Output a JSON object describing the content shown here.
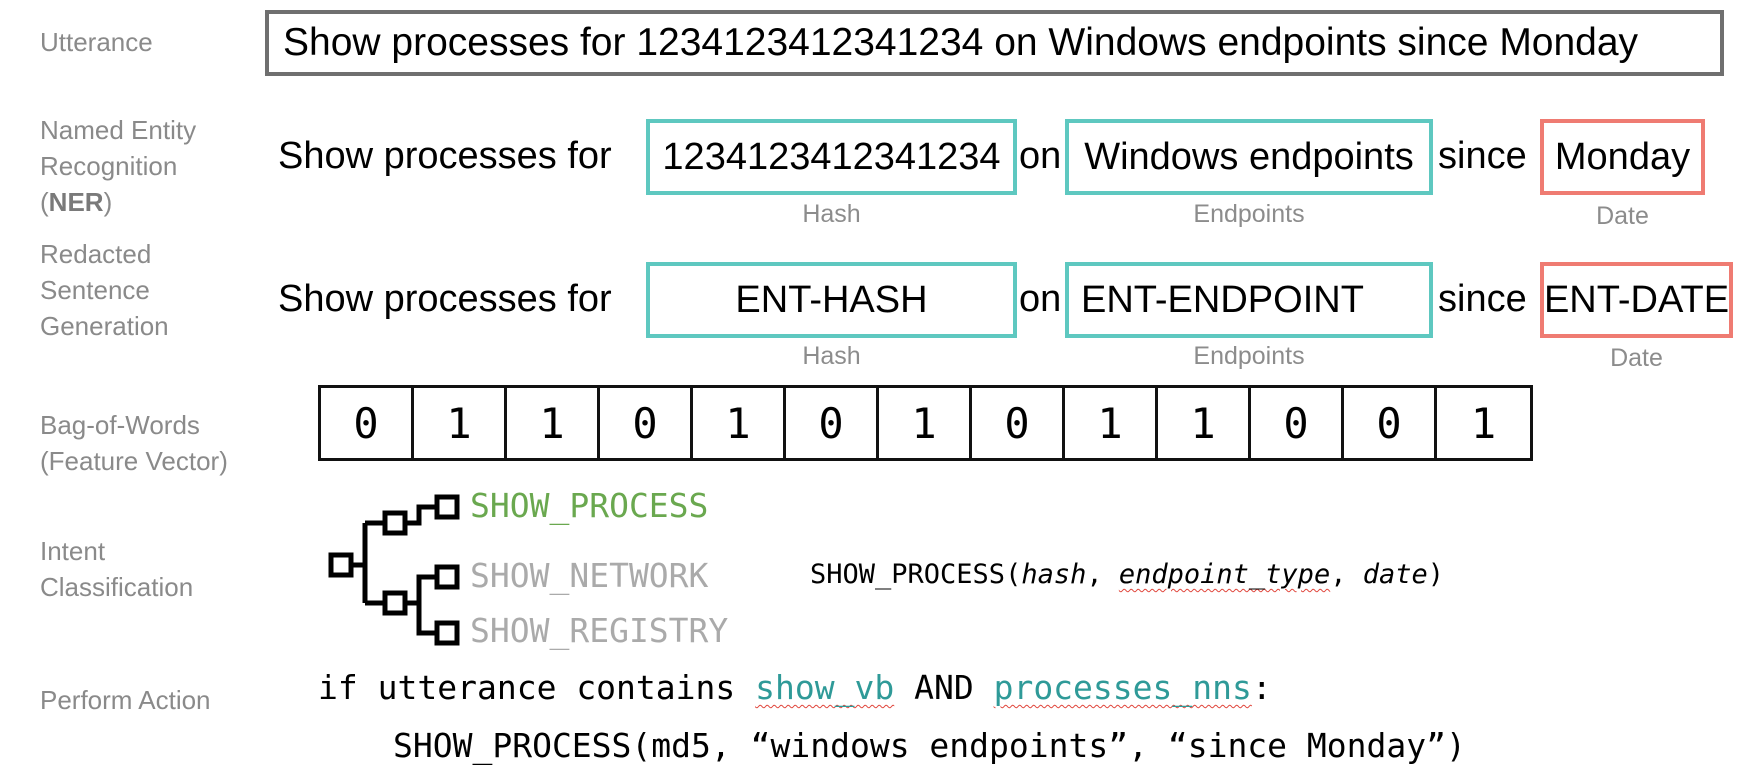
{
  "labels": {
    "utterance": "Utterance",
    "ner_line1": "Named Entity",
    "ner_line2": "Recognition",
    "ner_open": "(",
    "ner_bold": "NER",
    "ner_close": ")",
    "redacted_line1": "Redacted",
    "redacted_line2": "Sentence",
    "redacted_line3": "Generation",
    "bow_line1": "Bag-of-Words",
    "bow_line2": "(Feature Vector)",
    "intent_line1": "Intent",
    "intent_line2": "Classification",
    "action": "Perform Action"
  },
  "utterance": "Show processes for 1234123412341234 on Windows endpoints since Monday",
  "ner": {
    "prefix": "Show processes for",
    "hash": "1234123412341234",
    "on": "on",
    "endpoint": "Windows endpoints",
    "since": "since",
    "date": "Monday",
    "cap_hash": "Hash",
    "cap_endpoint": "Endpoints",
    "cap_date": "Date"
  },
  "redacted": {
    "prefix": "Show processes for",
    "hash": "ENT-HASH",
    "on": "on",
    "endpoint": "ENT-ENDPOINT",
    "since": "since",
    "date": "ENT-DATE",
    "cap_hash": "Hash",
    "cap_endpoint": "Endpoints",
    "cap_date": "Date"
  },
  "feature_vector": [
    "0",
    "1",
    "1",
    "0",
    "1",
    "0",
    "1",
    "0",
    "1",
    "1",
    "0",
    "0",
    "1"
  ],
  "intents": {
    "selected": "SHOW_PROCESS",
    "other1": "SHOW_NETWORK",
    "other2": "SHOW_REGISTRY"
  },
  "signature": {
    "fn": "SHOW_PROCESS(",
    "arg1": "hash",
    "sep1": ", ",
    "arg2": "endpoint_type",
    "sep2": ", ",
    "arg3": "date",
    "close": ")"
  },
  "action": {
    "kw_if": "if",
    "var": "utterance",
    "kw_contains": "contains",
    "tok1": "show_vb",
    "kw_and": "AND",
    "tok2": "processes_nns",
    "colon": ":",
    "call": "SHOW_PROCESS(md5, “windows endpoints”, “since Monday”)"
  },
  "colors": {
    "entity_box": "#5ec8c0",
    "date_box": "#ef7b72",
    "selected_intent": "#6aa84f",
    "other_intent": "#aaaaaa",
    "token_highlight": "#2f9a98",
    "label_gray": "#8a8a8a"
  }
}
